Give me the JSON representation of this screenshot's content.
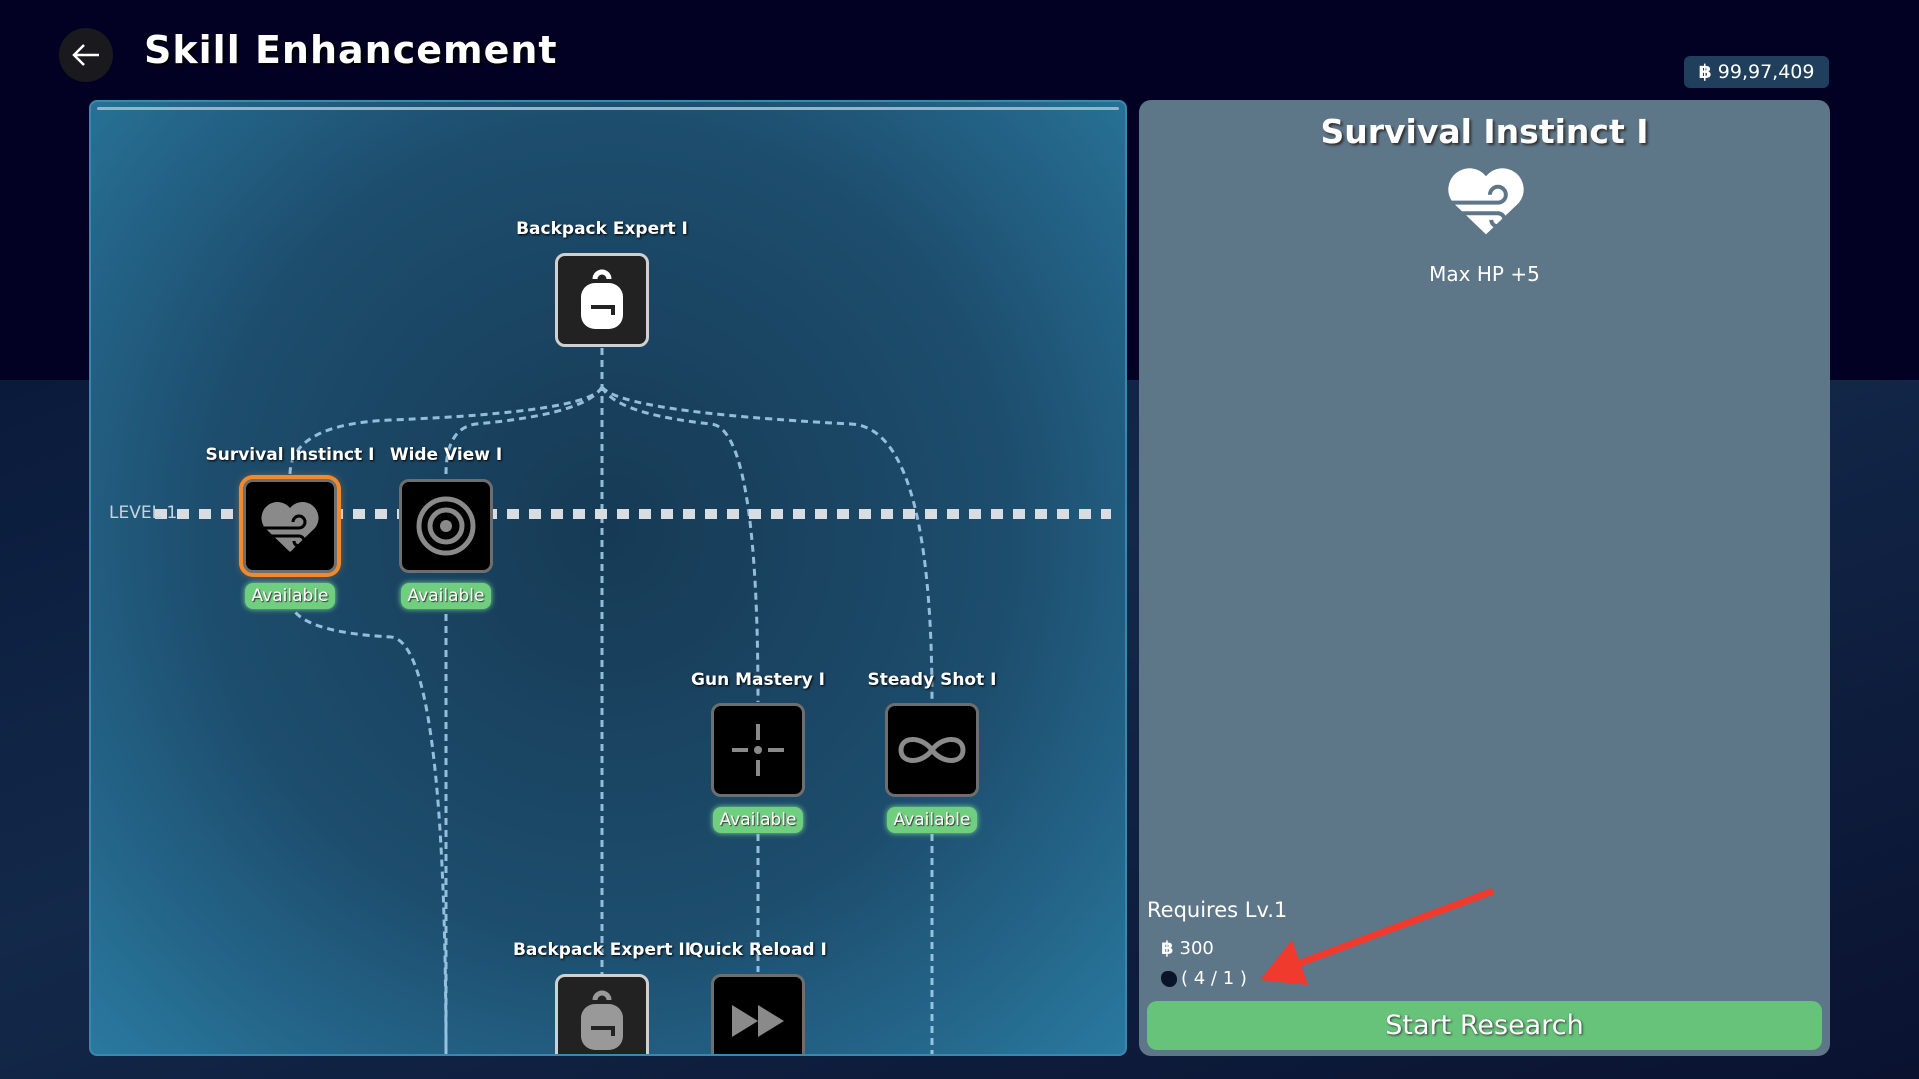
{
  "header": {
    "title": "Skill Enhancement",
    "currency": "99,97,409",
    "back_icon": "arrow-left-icon",
    "currency_icon": "baht-icon"
  },
  "tree": {
    "level_label": "LEVEL 1",
    "nodes": [
      {
        "name": "Backpack Expert I",
        "icon": "backpack-icon",
        "status": ""
      },
      {
        "name": "Survival Instinct I",
        "icon": "heart-wind-icon",
        "status": "Available",
        "selected": true
      },
      {
        "name": "Wide View I",
        "icon": "target-icon",
        "status": "Available"
      },
      {
        "name": "Gun Mastery I",
        "icon": "crosshair-icon",
        "status": "Available"
      },
      {
        "name": "Steady Shot I",
        "icon": "infinity-icon",
        "status": "Available"
      },
      {
        "name": "Backpack Expert II",
        "icon": "backpack-icon",
        "status": ""
      },
      {
        "name": "Quick Reload I",
        "icon": "fast-forward-icon",
        "status": ""
      }
    ]
  },
  "detail": {
    "title": "Survival Instinct I",
    "effect": "Max HP +5",
    "requires": "Requires Lv.1",
    "cost": "300",
    "item_count": "( 4 / 1 )",
    "start_label": "Start Research"
  },
  "colors": {
    "accent": "#67c27a",
    "selected": "#f08a2c",
    "arrow": "#f03a2e"
  }
}
